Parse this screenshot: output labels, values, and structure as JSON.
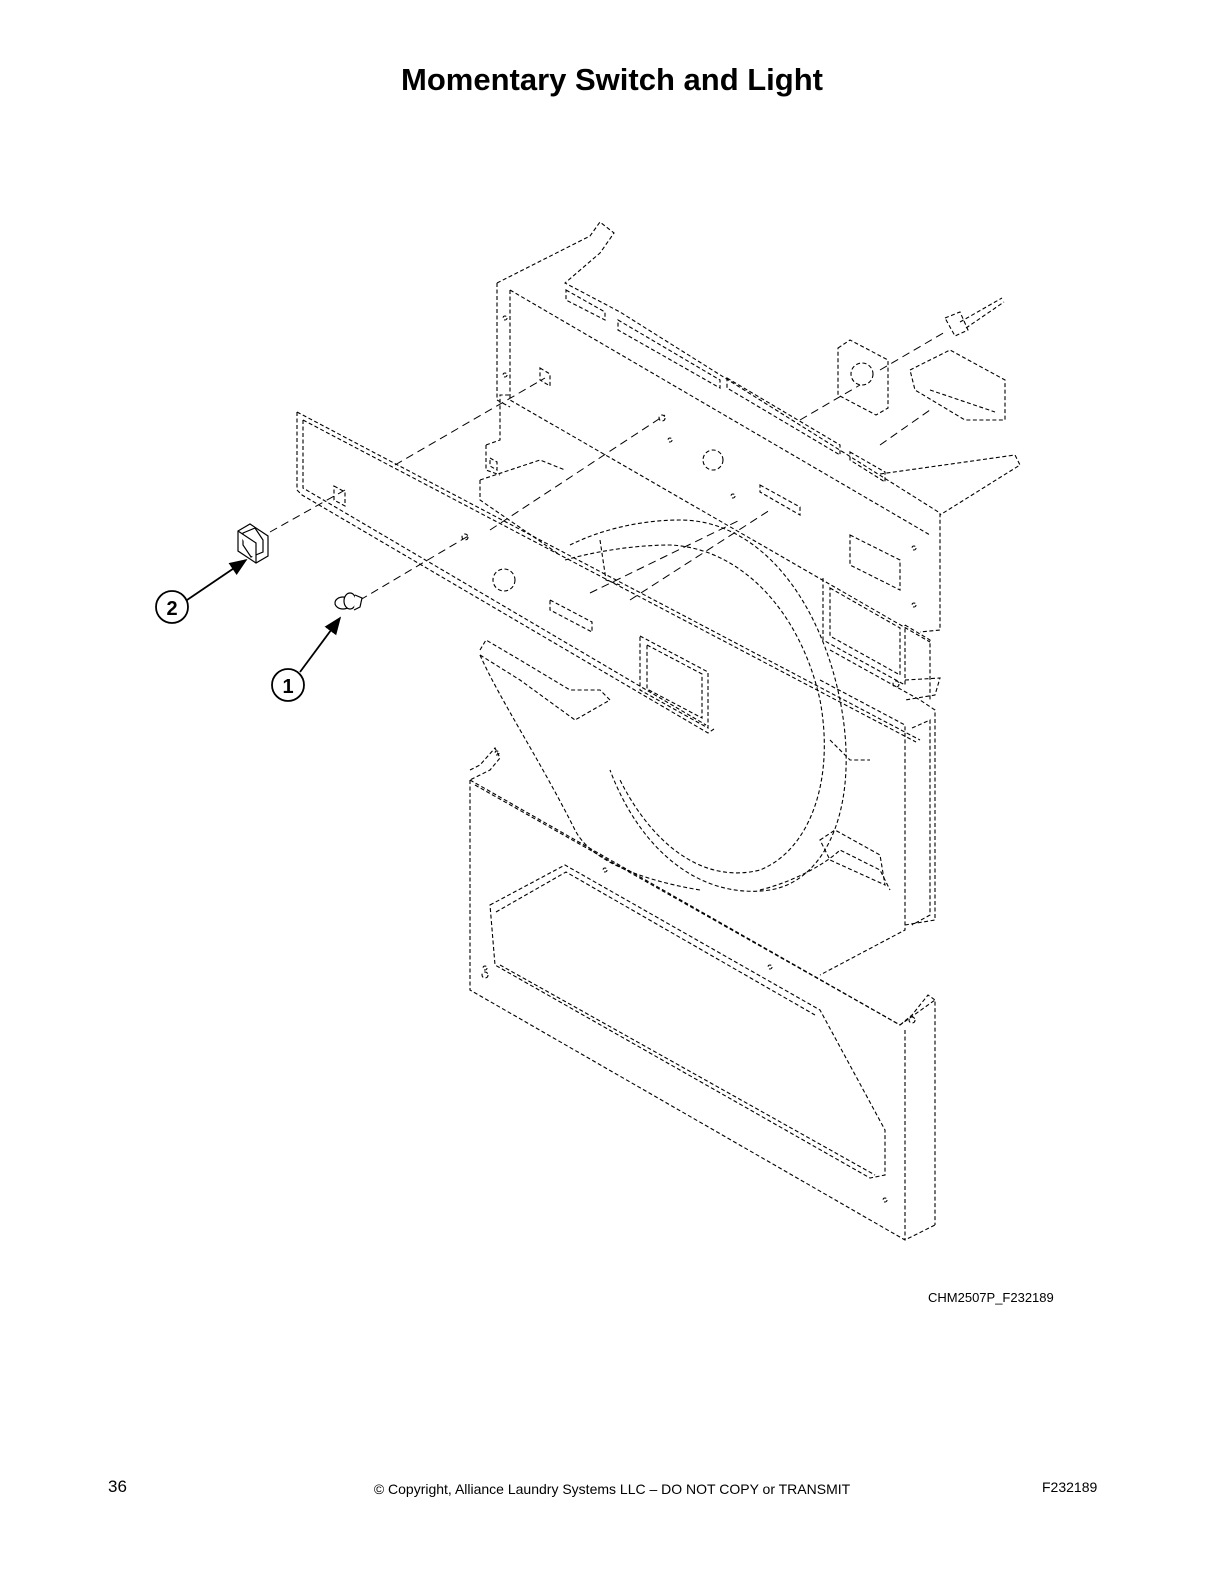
{
  "page": {
    "title": "Momentary Switch and Light",
    "figure_code": "CHM2507P_F232189",
    "page_number": "36",
    "copyright": "© Copyright, Alliance Laundry Systems LLC – DO NOT COPY or TRANSMIT",
    "document_id": "F232189"
  },
  "callouts": [
    {
      "number": "1",
      "part": "light"
    },
    {
      "number": "2",
      "part": "momentary-switch"
    }
  ],
  "colors": {
    "line": "#000000",
    "background": "#ffffff"
  }
}
